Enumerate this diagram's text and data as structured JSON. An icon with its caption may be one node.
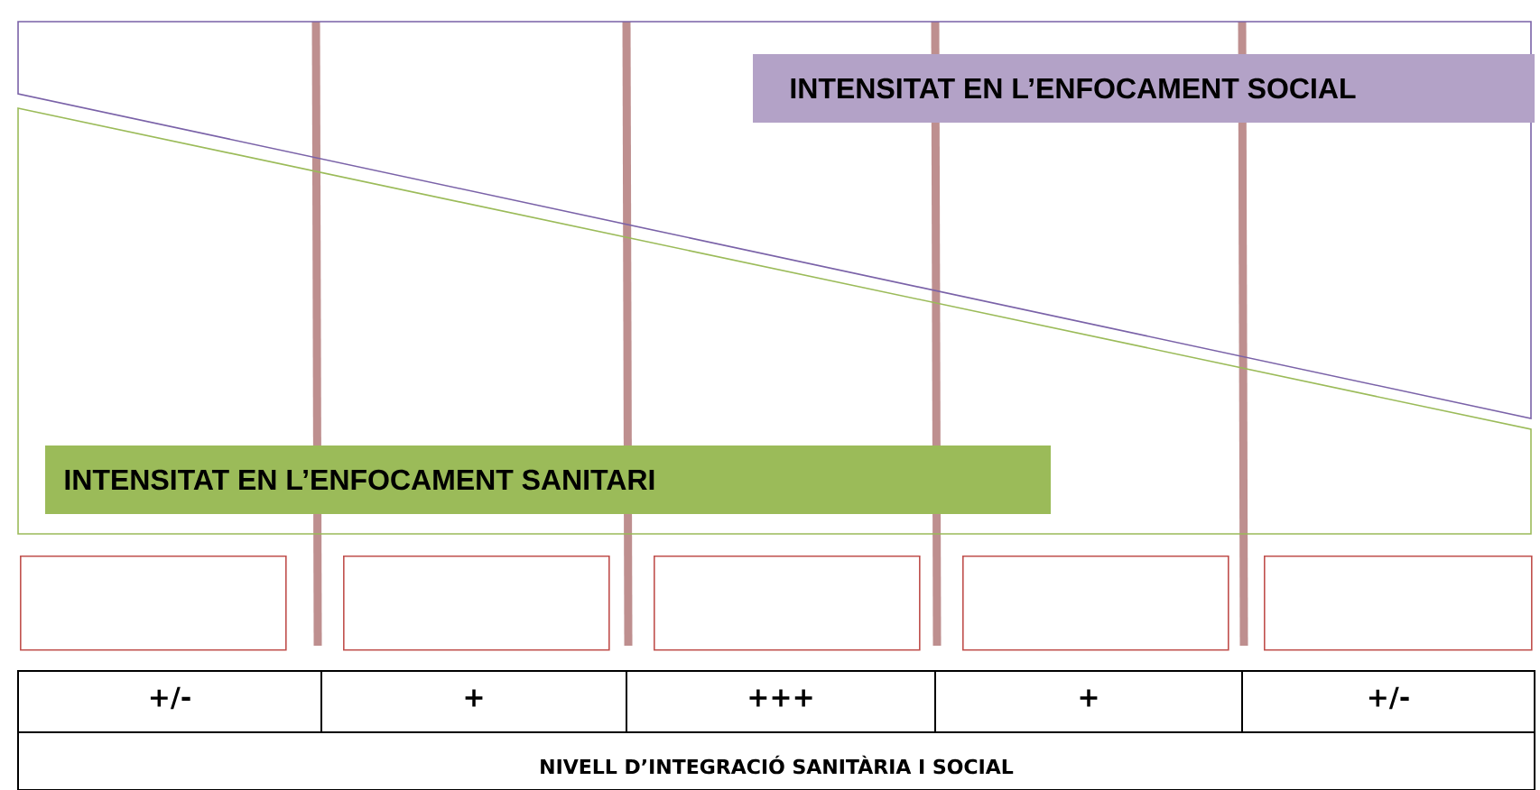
{
  "diagram": {
    "nodes": [
      {
        "text": [
          "INTENSITAT EN L’ENFOCAMENT SOCIAL"
        ]
      },
      {
        "text": [
          "INTENSITAT EN L’ENFOCAMENT SANITARI"
        ]
      },
      {
        "text": [],
        "shape": "box"
      },
      {
        "text": [],
        "shape": "box"
      },
      {
        "text": [],
        "shape": "box"
      },
      {
        "text": [],
        "shape": "box"
      },
      {
        "text": [],
        "shape": "box"
      }
    ],
    "labels": [
      "+/-",
      "+",
      "+++",
      "+",
      "+/-",
      "NIVELL D’INTEGRACIÓ SANITÀRIA I SOCIAL"
    ]
  }
}
